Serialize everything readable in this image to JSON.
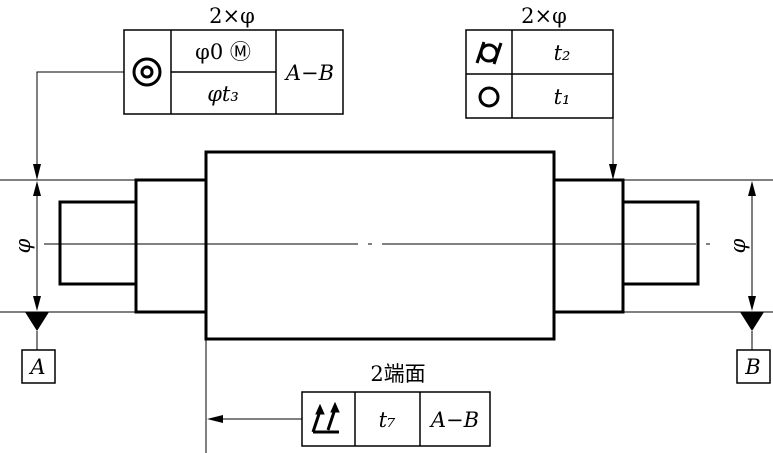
{
  "left_callout": {
    "count_label": "2×φ",
    "symbol": "concentricity-icon",
    "row1": "φ0 Ⓜ",
    "row2": "φt₃",
    "datum": "A−B"
  },
  "right_callout": {
    "count_label": "2×φ",
    "row1_symbol": "cylindricity-icon",
    "row1_value": "t₂",
    "row2_symbol": "circularity-icon",
    "row2_value": "t₁"
  },
  "bottom_callout": {
    "title": "2端面",
    "symbol": "total-runout-icon",
    "value": "t₇",
    "datum": "A−B"
  },
  "datums": {
    "left": "A",
    "right": "B"
  },
  "dimensions": {
    "left_diameter": "φ",
    "right_diameter": "φ"
  }
}
